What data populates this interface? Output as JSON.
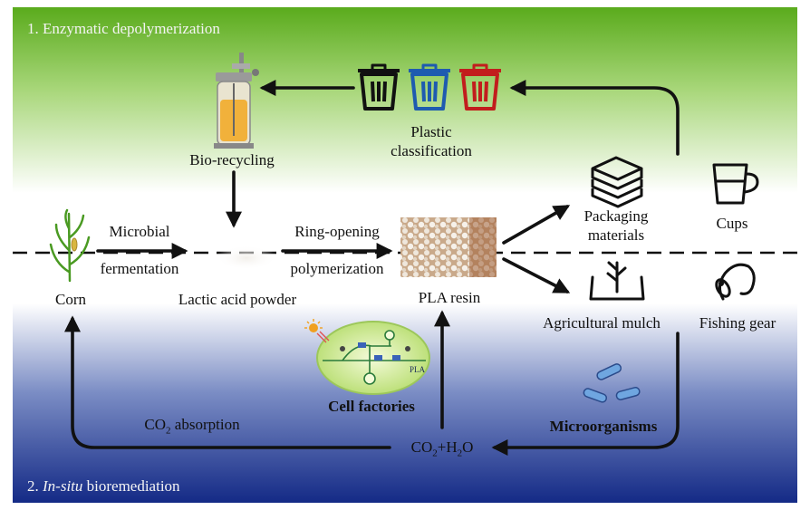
{
  "sections": {
    "top": "1. Enzymatic depolymerization",
    "bottom_num": "2.",
    "bottom_italic": "In-situ",
    "bottom_rest": "bioremediation"
  },
  "nodes": {
    "bio_recycling": "Bio-recycling",
    "plastic_classification_1": "Plastic",
    "plastic_classification_2": "classification",
    "corn": "Corn",
    "microbial_fermentation_1": "Microbial",
    "microbial_fermentation_2": "fermentation",
    "lactic_acid": "Lactic acid powder",
    "ring_opening_1": "Ring-opening",
    "ring_opening_2": "polymerization",
    "pla_resin": "PLA resin",
    "packaging_1": "Packaging",
    "packaging_2": "materials",
    "cups": "Cups",
    "mulch": "Agricultural mulch",
    "fishing": "Fishing gear",
    "cell_factories": "Cell factories",
    "cell_pla": "PLA",
    "microorganisms": "Microorganisms",
    "co2_absorption_pre": "CO",
    "co2_absorption_sub": "2",
    "co2_absorption_post": " absorption",
    "co2_h2o_a": "CO",
    "co2_h2o_b": "2",
    "co2_h2o_c": "+H",
    "co2_h2o_d": "2",
    "co2_h2o_e": "O"
  },
  "colors": {
    "top_band": "#6db52e",
    "bottom_band": "#1a2f8a",
    "bin_black": "#111111",
    "bin_blue": "#1e5bb0",
    "bin_red": "#c21d1d",
    "arrow": "#111111"
  },
  "icons": [
    "bioreactor-icon",
    "trash-bin-icon",
    "corn-plant-icon",
    "powder-pile-icon",
    "pla-pellets-icon",
    "box-stack-icon",
    "cup-icon",
    "mulch-sprout-icon",
    "fishing-hook-icon",
    "cell-factory-icon",
    "bacteria-icon"
  ]
}
